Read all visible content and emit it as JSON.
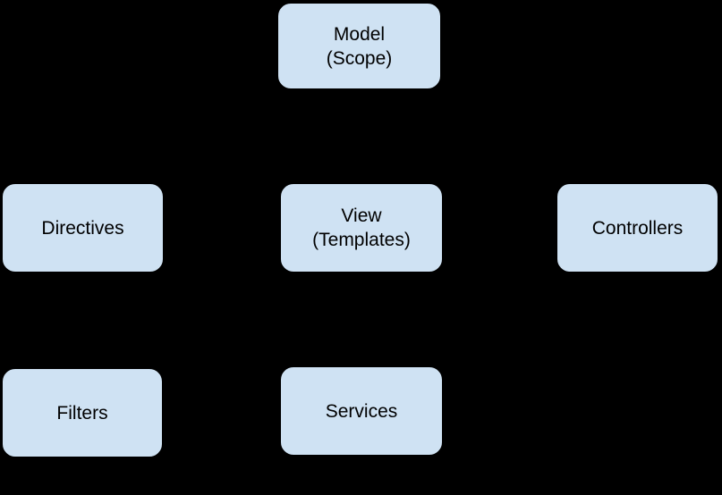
{
  "background_color": "#000000",
  "node_style": {
    "fill_color": "#cfe2f3",
    "border_color": "#000000",
    "text_color": "#000000"
  },
  "nodes": {
    "model": {
      "line1": "Model",
      "line2": "(Scope)"
    },
    "directives": {
      "line1": "Directives"
    },
    "view": {
      "line1": "View",
      "line2": "(Templates)"
    },
    "controllers": {
      "line1": "Controllers"
    },
    "filters": {
      "line1": "Filters"
    },
    "services": {
      "line1": "Services"
    }
  }
}
